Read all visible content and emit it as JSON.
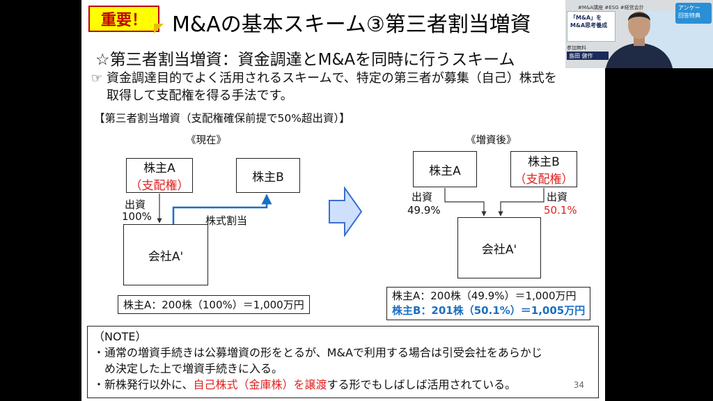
{
  "slide": {
    "badge": "重要！",
    "title": "M&Aの基本スキーム③第三者割当増資",
    "subtitle": "☆第三者割当増資：資金調達とM&Aを同時に行うスキーム",
    "lead_icon": "☞",
    "lead_line1": "資金調達目的でよく活用されるスキームで、特定の第三者が募集（自己）株式を",
    "lead_line2": "取得して支配権を得る手法です。",
    "section_label": "【第三者割当増資（支配権確保前提で50%超出資）】",
    "before": {
      "label": "《現在》",
      "holder_a": "株主A",
      "holder_a_note": "（支配権）",
      "holder_b": "株主B",
      "invest_label": "出資",
      "invest_pct": "100%",
      "allot_label": "株式割当",
      "company": "会社A'",
      "summary": "株主A：200株（100%）＝1,000万円"
    },
    "after": {
      "label": "《増資後》",
      "holder_a": "株主A",
      "holder_b": "株主B",
      "holder_b_note": "（支配権）",
      "invest_a_label": "出資",
      "invest_a_pct": "49.9%",
      "invest_b_label": "出資",
      "invest_b_pct": "50.1%",
      "company": "会社A'",
      "summary_a": "株主A：200株（49.9%）＝1,000万円",
      "summary_b": "株主B：201株（50.1%）＝1,005万円"
    },
    "note": {
      "title": "（NOTE）",
      "item1_line1": "・通常の増資手続きは公募増資の形をとるが、M&Aで利用する場合は引受会社をあらかじ",
      "item1_line2": "め決定した上で増資手続きに入る。",
      "item2_pre": "・新株発行以外に、",
      "item2_red": "自己株式（金庫株）を譲渡",
      "item2_post": "する形でもしばしば活用されている。"
    },
    "page_number": "34"
  },
  "webcam": {
    "tags": "#M&A講座  #ESG  #経営会計",
    "card_line1": "「M&A」を",
    "card_line2": "M&A思考養成",
    "banner_line1": "アンケー",
    "banner_line2": "回答特典",
    "presenter_label": "参加無料",
    "presenter_name": "島田 健作"
  },
  "colors": {
    "accent_red": "#e02020",
    "accent_blue": "#1a6fc4",
    "badge_yellow": "#ffff00",
    "arrow_fill": "#cfe0ff"
  }
}
